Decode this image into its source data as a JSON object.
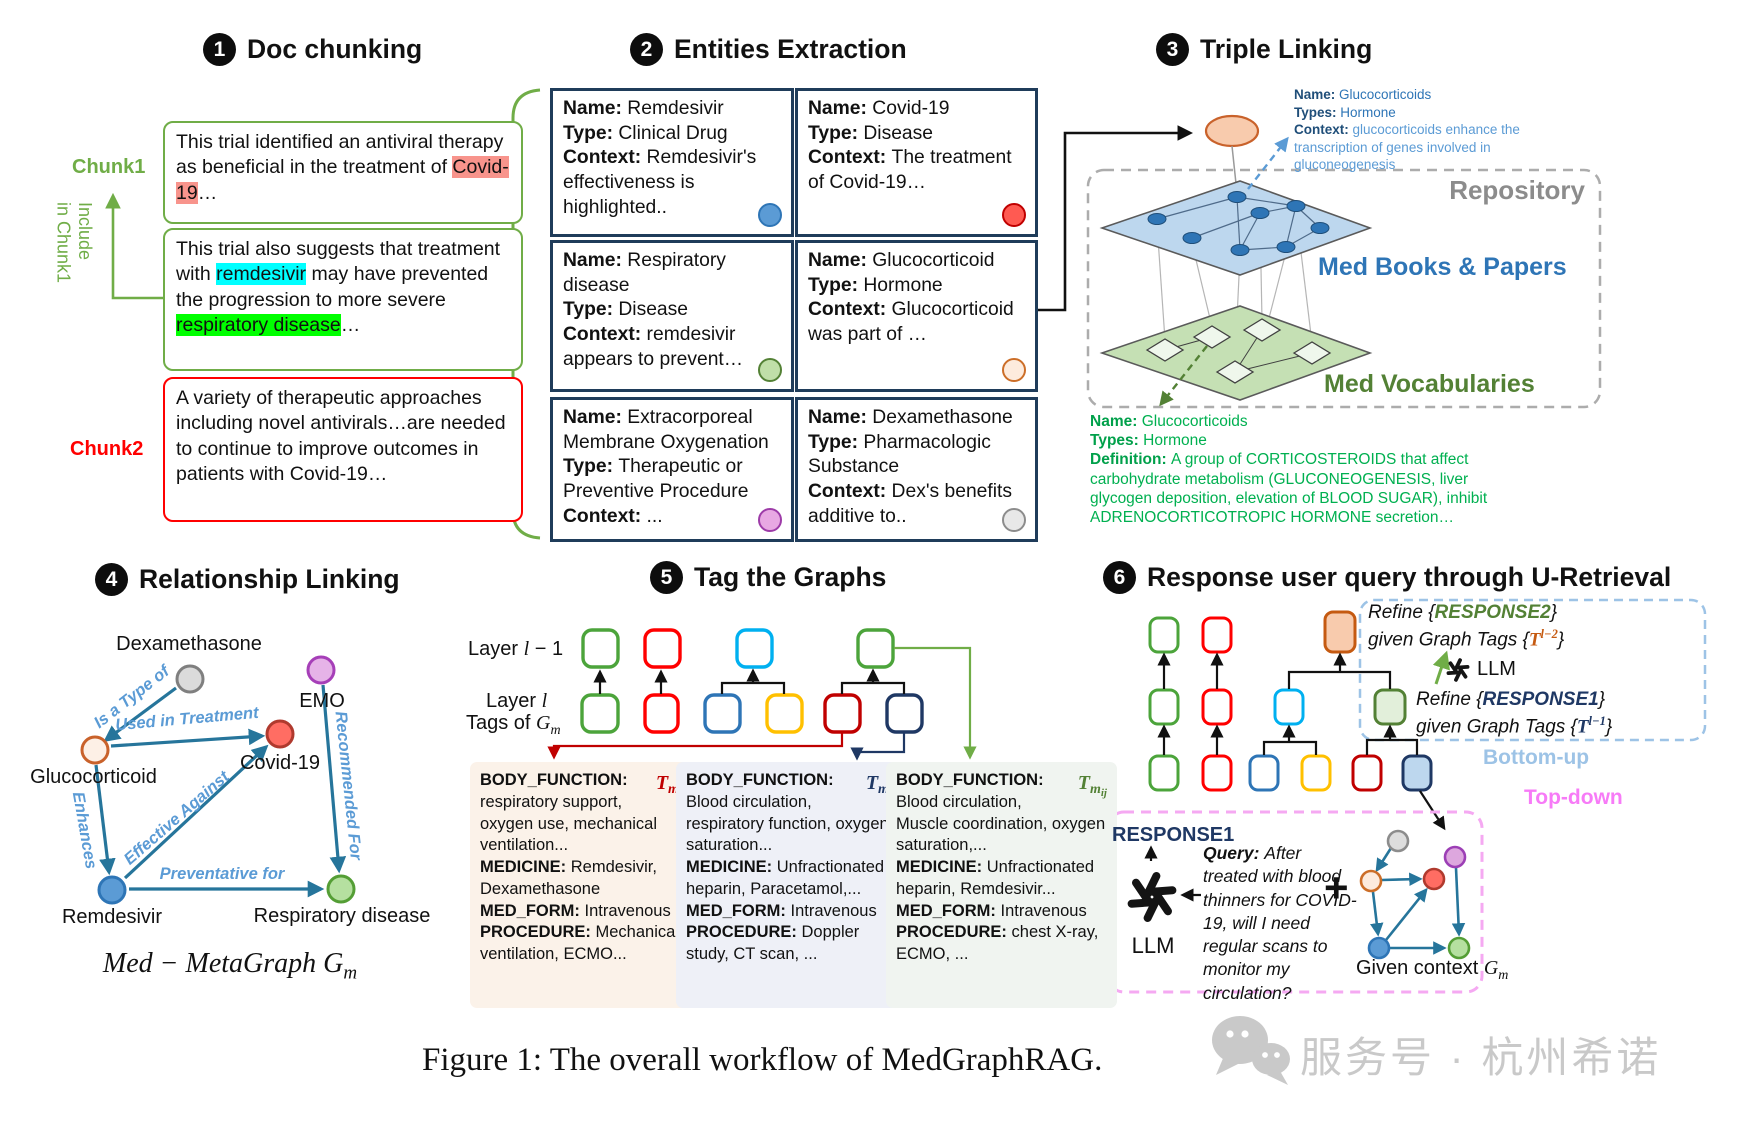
{
  "colors": {
    "green": "#70AD47",
    "bright_green": "#4CA43B",
    "red": "#FF0000",
    "crimson": "#C00000",
    "navy": "#1F3864",
    "blue": "#2E75B6",
    "light_blue_fill": "#BDD7EE",
    "cyan": "#00B0F0",
    "yellow": "#FFC000",
    "orange": "#ED7D31",
    "orange_dark": "#C55A11",
    "teal_arrow": "#26759B",
    "edge_label_blue": "#5B9BD5",
    "pink": "#F77BF7",
    "note_green": "#00B050",
    "gray": "#8C8C8C",
    "card_border": "#1F3C5A",
    "hl_covid": "#F8948C",
    "hl_remdesivir": "#00FFFF",
    "hl_respiratory": "#00FF00"
  },
  "s1": {
    "num": "1",
    "title": "Doc chunking",
    "chunk1": "Chunk1",
    "chunk2": "Chunk2",
    "include_line1": "Include",
    "include_line2": "in Chunk1",
    "box1_pre": "This trial identified an antiviral therapy as beneficial in the treatment of ",
    "box1_hl": "Covid-19",
    "box1_post": "…",
    "box2_p1": "This trial also suggests that treatment with ",
    "box2_hl1": "remdesivir",
    "box2_p2": " may have prevented the progression to more severe ",
    "box2_hl2": "respiratory disease",
    "box2_p3": "…",
    "box3": "A variety of therapeutic approaches including novel antivirals…are needed to continue to improve outcomes in patients with Covid-19…"
  },
  "s2": {
    "num": "2",
    "title": "Entities Extraction",
    "name_label": "Name: ",
    "type_label": "Type: ",
    "context_label": "Context: ",
    "cards": [
      {
        "name": "Remdesivir",
        "type": "Clinical Drug",
        "context": "Remdesivir's effectiveness is highlighted..",
        "dot": "blue"
      },
      {
        "name": "Covid-19",
        "type": "Disease",
        "context": "The treatment of Covid-19…",
        "dot": "red"
      },
      {
        "name": "Respiratory disease",
        "type": "Disease",
        "context": "remdesivir appears to prevent…",
        "dot": "green"
      },
      {
        "name": "Glucocorticoid",
        "type": "Hormone",
        "context": "Glucocorticoid was part of …",
        "dot": "orange"
      },
      {
        "name": "Extracorporeal Membrane Oxygenation",
        "type": "Therapeutic or Preventive Procedure",
        "context": "...",
        "dot": "purple"
      },
      {
        "name": "Dexamethasone",
        "type": "Pharmacologic Substance",
        "context": "Dex's benefits additive to..",
        "dot": "gray"
      }
    ]
  },
  "s3": {
    "num": "3",
    "title": "Triple Linking",
    "repository": "Repository",
    "books": "Med Books & Papers",
    "vocab": "Med Vocabularies",
    "blue_note": {
      "name_label": "Name: ",
      "name": "Glucocorticoids",
      "types_label": "Types: ",
      "types": "H​ormone",
      "context_label": "Context: ",
      "context": "glucocorticoids enhance the transcription of genes involved in gluconeogenesis"
    },
    "green_note": {
      "name_label": "Name: ",
      "name": "Glucocorticoids",
      "types_label": "Types: ",
      "types": "Hormone",
      "def_label": "Definition: ",
      "definition": "A group of CORTICOSTEROIDS that affect carbohydrate metabolism (GLUCONEOGENESIS, liver glycogen deposition, elevation of BLOOD SUGAR), inhibit ADRENOCORTICOTROPIC HORMONE secretion…"
    }
  },
  "s4": {
    "num": "4",
    "title": "Relationship Linking",
    "nodes": {
      "dexamethasone": "Dexamethasone",
      "emo": "EMO",
      "glucocorticoid": "Glucocorticoid",
      "covid": "Covid-19",
      "remdesivir": "Remdesivir",
      "respiratory": "Respiratory disease"
    },
    "edges": {
      "is_a_type_of": "Is a Type of",
      "used_in_treatment": "Used in Treatment",
      "recommended_for": "Recommended For",
      "enhances": "Enhances",
      "effective_against": "Effective Against",
      "preventative_for": "Preventative for"
    },
    "formula_pre": "Med − MetaGraph G",
    "formula_sub": "m"
  },
  "s5": {
    "num": "5",
    "title": "Tag the Graphs",
    "layer_top_pre": "Layer ",
    "layer_top_var": "l",
    "layer_top_post": " − 1",
    "layer_bottom_pre": "Layer ",
    "layer_bottom_var": "l",
    "tags_pre": "Tags of ",
    "tags_var": "G",
    "tags_sub": "m",
    "tags": [
      {
        "base": "T",
        "sub": "m",
        "subsub": "i"
      },
      {
        "base": "T",
        "sub": "m",
        "subsub": "j"
      },
      {
        "base": "T",
        "sub": "m",
        "subsub": "ij"
      }
    ],
    "cols": [
      {
        "fields": [
          {
            "label": "BODY_FUNCTION: ",
            "value": "respiratory support, oxygen use, mechanical ventilation..."
          },
          {
            "label": "MEDICINE: ",
            "value": "Remdesivir, Dexamethasone"
          },
          {
            "label": "MED_FORM: ",
            "value": "Intravenous"
          },
          {
            "label": "PROCEDURE: ",
            "value": "Mechanical ventilation, ECMO..."
          }
        ]
      },
      {
        "fields": [
          {
            "label": "BODY_FUNCTION: ",
            "value": "Blood circulation, respiratory function, oxygen saturation..."
          },
          {
            "label": "MEDICINE: ",
            "value": "Unfractionated heparin, Paracetamol,..."
          },
          {
            "label": "MED_FORM: ",
            "value": "Intravenous"
          },
          {
            "label": "PROCEDURE: ",
            "value": "Doppler study, CT scan, ..."
          }
        ]
      },
      {
        "fields": [
          {
            "label": "BODY_FUNCTION: ",
            "value": "Blood circulation, Muscle coordination, oxygen saturation,..."
          },
          {
            "label": "MEDICINE: ",
            "value": "Unfractionated heparin, Remdesivir..."
          },
          {
            "label": "MED_FORM: ",
            "value": "Intravenous"
          },
          {
            "label": "PROCEDURE: ",
            "value": "chest X-ray, ECMO, ..."
          }
        ]
      }
    ]
  },
  "s6": {
    "num": "6",
    "title": "Response user query through U-Retrieval",
    "refine2_pre": "Refine {",
    "refine2_resp": "RESPONSE2",
    "refine2_close": "}",
    "refine2_l2_pre": "given Graph Tags {",
    "refine2_tag": "T",
    "refine2_sup": "l−2",
    "refine2_l2_close": "}",
    "llm_top": "LLM",
    "refine1_pre": "Refine {",
    "refine1_resp": "RESPONSE1",
    "refine1_close": "}",
    "refine1_l2_pre": "given Graph Tags {",
    "refine1_tag": "T",
    "refine1_sup": "l−1",
    "refine1_l2_close": "}",
    "bottom_up": "Bottom-up",
    "top_down": "Top-down",
    "response1": "RESPONSE1",
    "llm_main": "LLM",
    "query_label": "Query: ",
    "query": "After treated with blood thinners for COVID-19, will I need regular scans to monitor my circulation?",
    "plus": "+",
    "given_pre": "Given context ",
    "given_var": "G",
    "given_sub": "m"
  },
  "caption": "Figure 1: The overall workflow of MedGraphRAG.",
  "watermark": "服务号 · 杭州希诺"
}
